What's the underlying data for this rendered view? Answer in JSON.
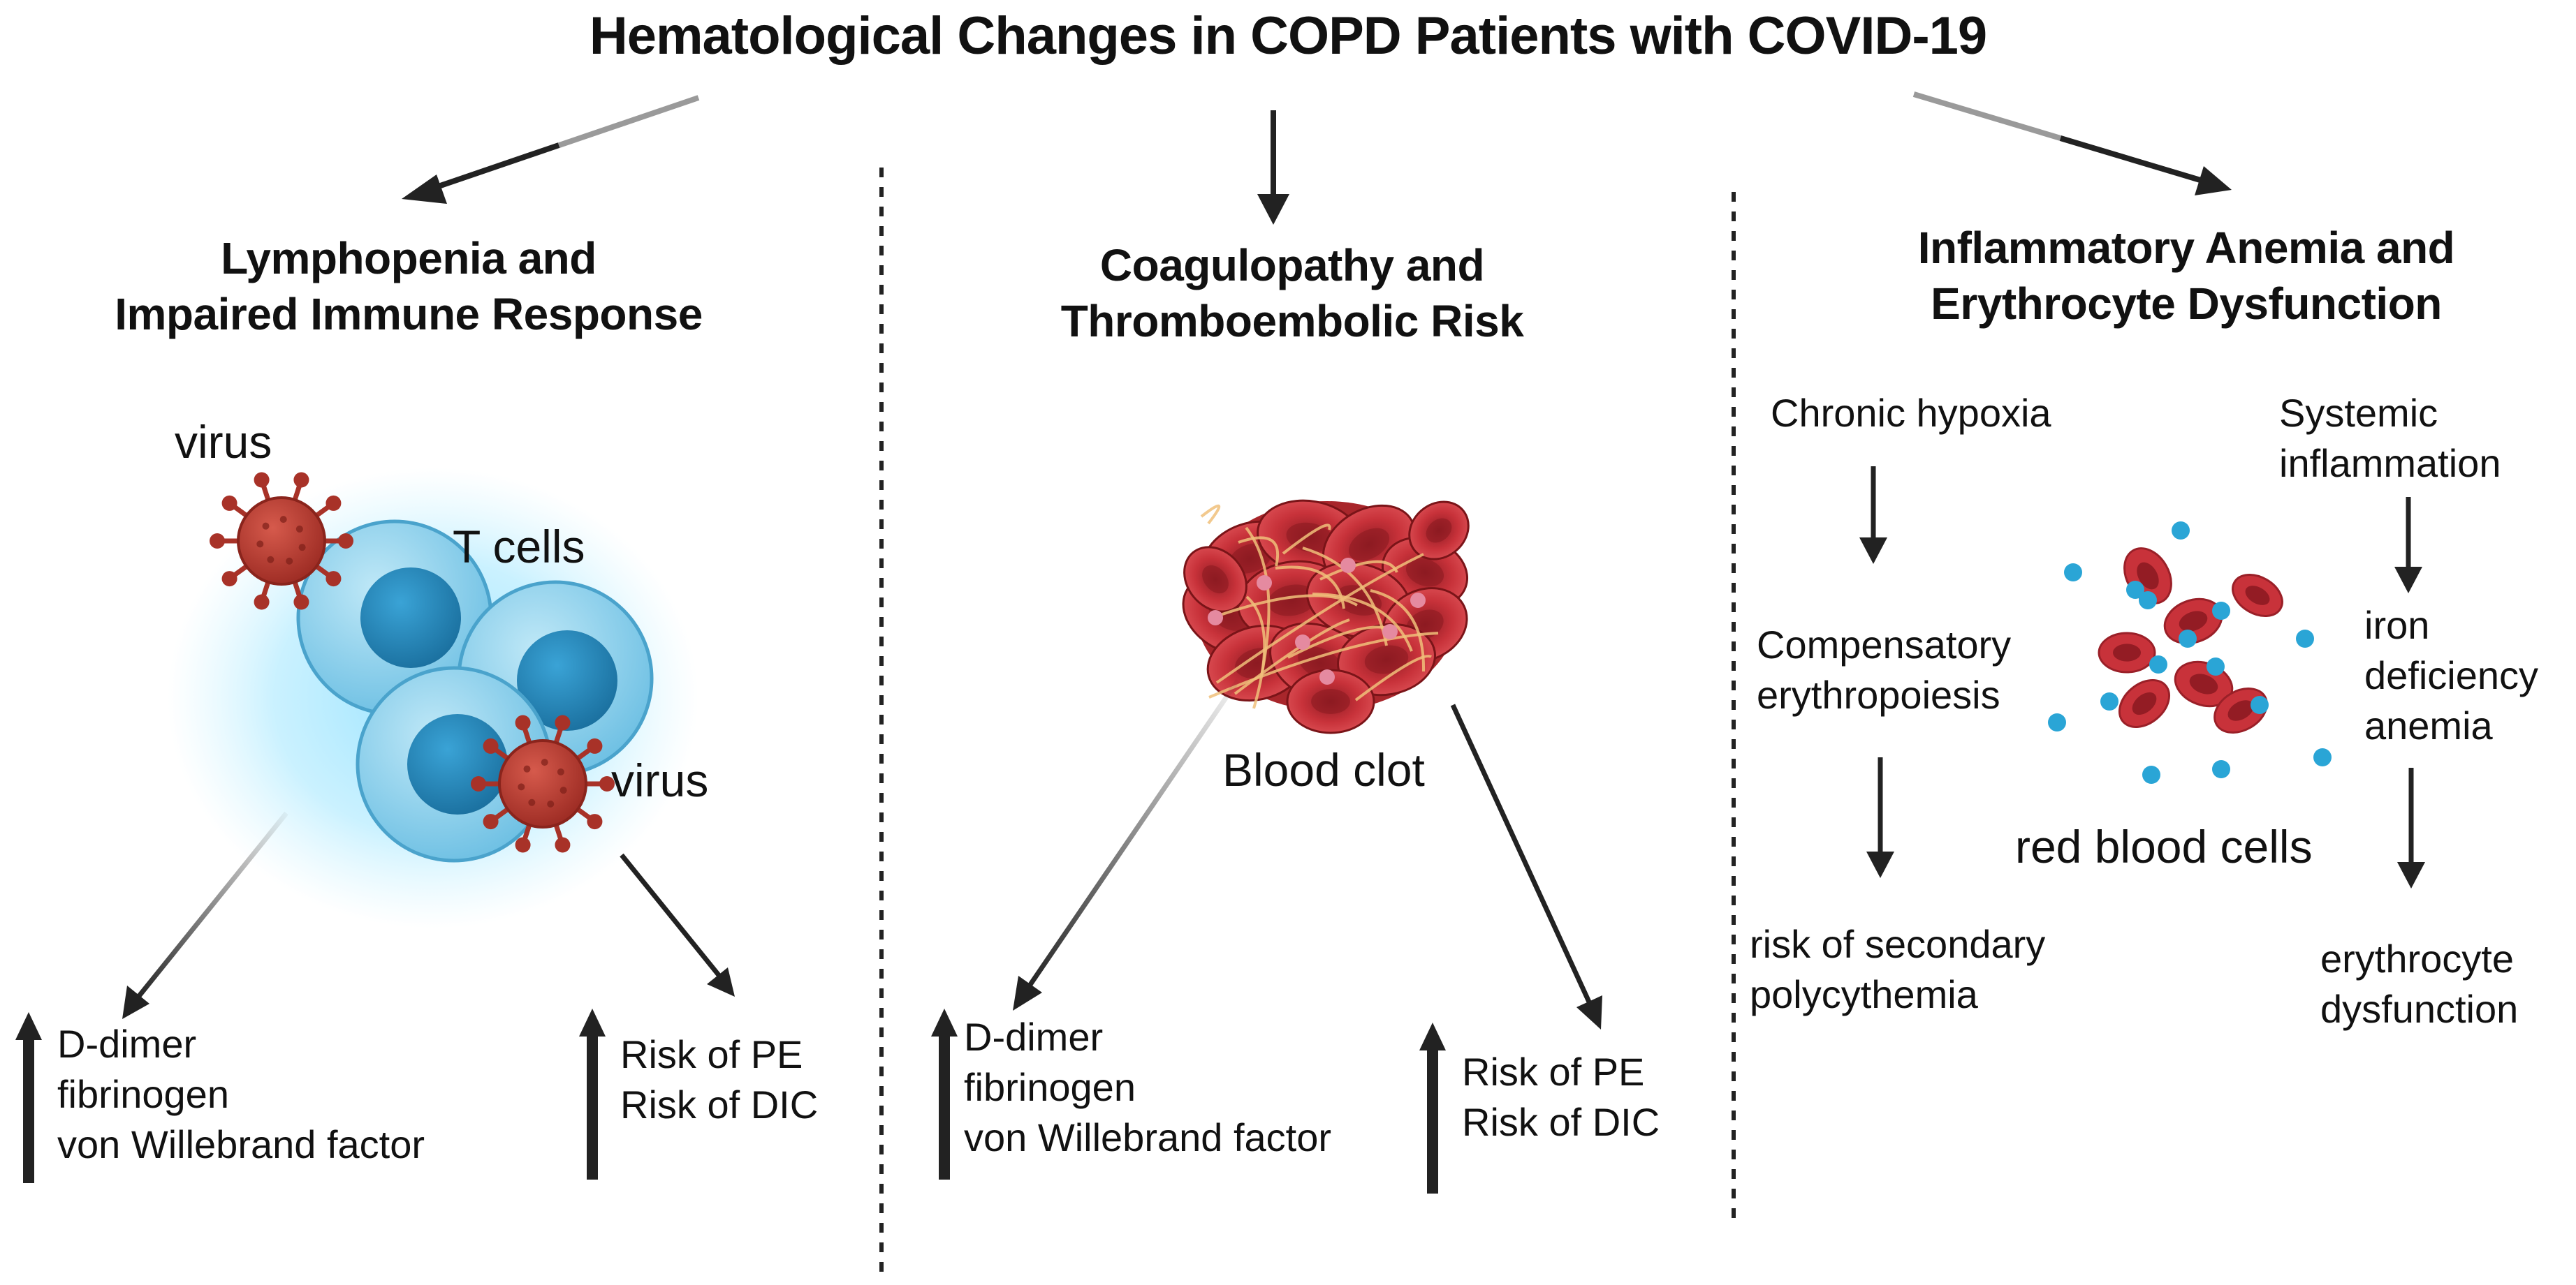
{
  "title": "Hematological Changes in COPD Patients with COVID-19",
  "panels": {
    "left": {
      "heading": [
        "Lymphopenia and",
        "Impaired Immune Response"
      ],
      "labels": {
        "virus_top": "virus",
        "t_cells": "T cells",
        "virus_bottom": "virus"
      },
      "increase_markers": [
        "D-dimer",
        "fibrinogen",
        "von Willebrand factor"
      ],
      "increase_risks": [
        "Risk of PE",
        "Risk of  DIC"
      ]
    },
    "middle": {
      "heading": [
        "Coagulopathy and",
        "Thromboembolic Risk"
      ],
      "labels": {
        "blood_clot": "Blood clot"
      },
      "increase_markers": [
        "D-dimer",
        "fibrinogen",
        "von Willebrand factor"
      ],
      "increase_risks": [
        "Risk of PE",
        "Risk of  DIC"
      ]
    },
    "right": {
      "heading": [
        "Inflammatory Anemia and",
        "Erythrocyte Dysfunction"
      ],
      "left_chain": {
        "cause": [
          "Chronic hypoxia"
        ],
        "mechanism": [
          "Compensatory",
          "erythropoiesis"
        ],
        "outcome": [
          "risk of secondary",
          "polycythemia"
        ]
      },
      "right_chain": {
        "cause": [
          "Systemic",
          "inflammation"
        ],
        "mechanism": [
          "iron",
          "deficiency",
          "anemia"
        ],
        "outcome": [
          "erythrocyte",
          "dysfunction"
        ]
      },
      "labels": {
        "rbc": "red blood cells"
      }
    }
  },
  "colors": {
    "text": "#111111",
    "arrow": "#222222",
    "cell_fill": "#8fd0ea",
    "cell_nucleus": "#2b8fc4",
    "virus": "#b53a2e",
    "rbc": "#c8323a",
    "dot": "#2aa5d6"
  }
}
